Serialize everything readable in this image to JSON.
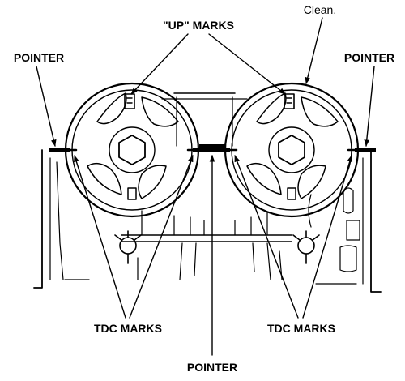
{
  "diagram": {
    "labels": {
      "up_marks": "\"UP\" MARKS",
      "clean": "Clean.",
      "pointer_left": "POINTER",
      "pointer_right": "POINTER",
      "tdc_left": "TDC MARKS",
      "tdc_right": "TDC MARKS",
      "pointer_bottom": "POINTER"
    }
  }
}
